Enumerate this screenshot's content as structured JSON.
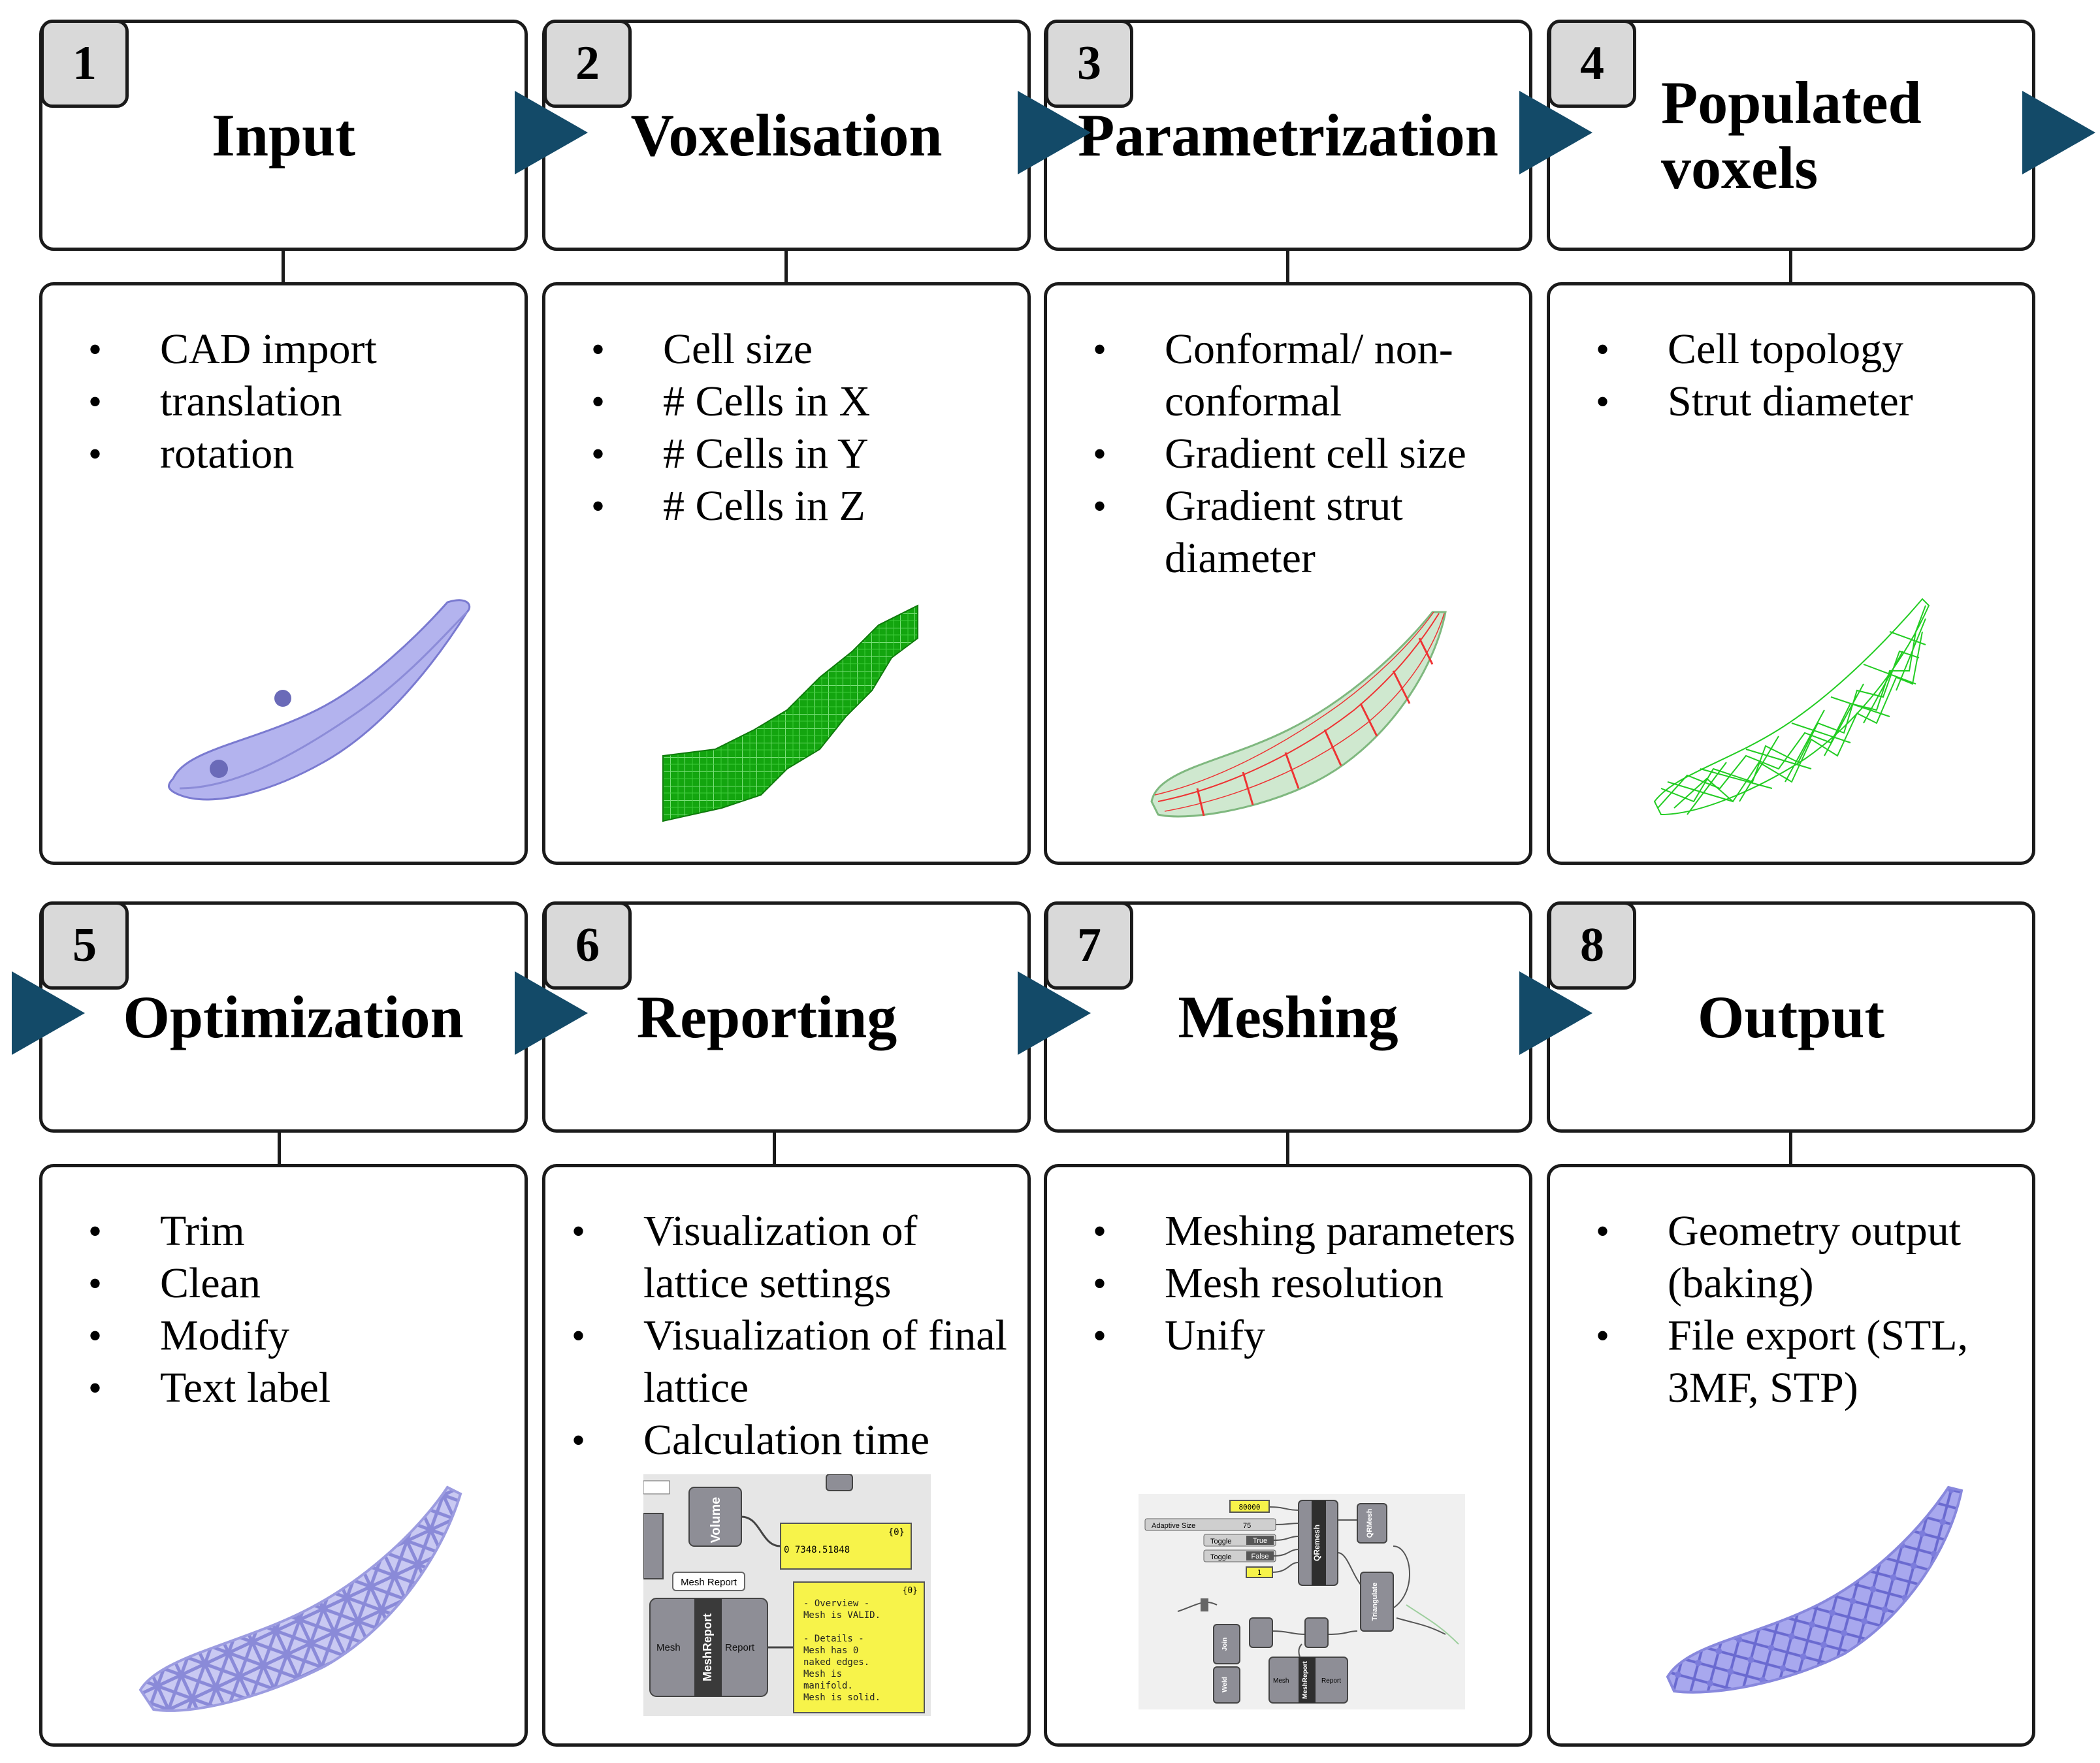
{
  "steps": [
    {
      "number": "1",
      "title": "Input",
      "bullets": [
        "CAD import",
        "translation",
        "rotation"
      ],
      "illustration": "cad-part-image"
    },
    {
      "number": "2",
      "title": "Voxelisation",
      "bullets": [
        "Cell size",
        "# Cells in X",
        "# Cells in Y",
        "# Cells in Z"
      ],
      "illustration": "voxel-grid-image"
    },
    {
      "number": "3",
      "title": "Parametrization",
      "bullets": [
        "Conformal/ non-conformal",
        "Gradient cell size",
        "Gradient strut diameter"
      ],
      "illustration": "conformal-mesh-image"
    },
    {
      "number": "4",
      "title": "Populated voxels",
      "bullets": [
        "Cell topology",
        "Strut diameter"
      ],
      "illustration": "lattice-wireframe-image"
    },
    {
      "number": "5",
      "title": "Optimization",
      "bullets": [
        "Trim",
        "Clean",
        "Modify",
        "Text label"
      ],
      "illustration": "optimized-lattice-image"
    },
    {
      "number": "6",
      "title": "Reporting",
      "bullets": [
        "Visualization of lattice settings",
        "Visualization of final lattice",
        "Calculation time"
      ],
      "illustration": "grasshopper-report-screenshot"
    },
    {
      "number": "7",
      "title": "Meshing",
      "bullets": [
        "Meshing parameters",
        "Mesh resolution",
        "Unify"
      ],
      "illustration": "grasshopper-meshing-screenshot"
    },
    {
      "number": "8",
      "title": "Output",
      "bullets": [
        "Geometry output (baking)",
        "File export (STL, 3MF, STP)"
      ],
      "illustration": "final-lattice-part-image"
    }
  ],
  "reporting_screenshot": {
    "volume_node": "Volume",
    "mesh_report_tag": "Mesh Report",
    "mesh_report_node": "MeshReport",
    "input_label": "Mesh",
    "output_label": "Report",
    "panel_value": "0 7348.51848",
    "panel_index": "{0}",
    "report_lines": [
      "- Overview -",
      "Mesh is VALID.",
      "",
      "- Details -",
      "Mesh has 0",
      "naked edges.",
      "Mesh is",
      "manifold.",
      "Mesh is solid."
    ]
  },
  "meshing_screenshot": {
    "slider_label": "Adaptive Size",
    "slider_value": "75",
    "number_value": "80000",
    "toggle1_label": "Toggle",
    "toggle1_value": "True",
    "toggle2_label": "Toggle",
    "toggle2_value": "False",
    "param_value": "1",
    "main_node": "QRemesh",
    "node_mesh": "QRMesh",
    "node_tri": "Triangulate",
    "node_report": "MeshReport",
    "node_join": "Join",
    "node_weld": "Weld",
    "input_label": "Mesh",
    "output_label": "Report"
  },
  "colors": {
    "arrow": "#134a68",
    "badge": "#d9d9d9",
    "border": "#1a1a1a",
    "voxel": "#13a50f",
    "part": "#b3b3ee",
    "wire": "#22cc22",
    "red": "#ee3333"
  }
}
